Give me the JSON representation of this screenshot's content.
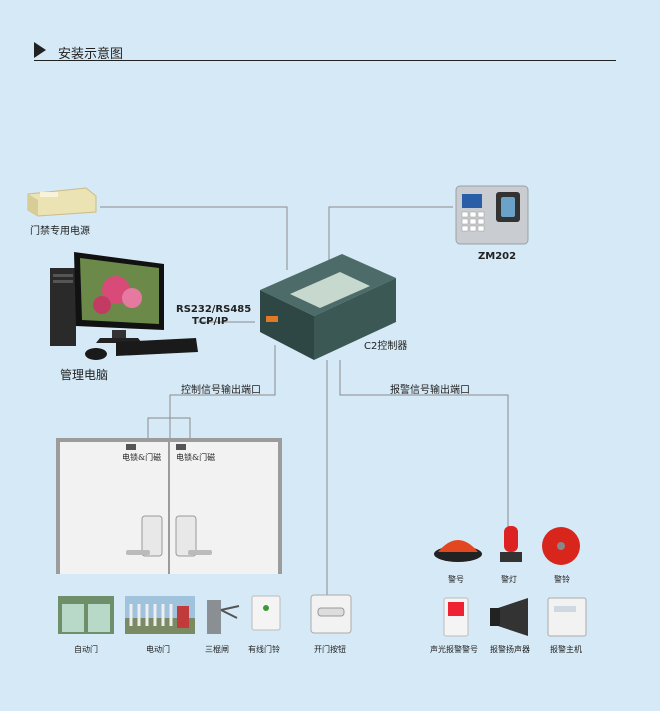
{
  "title": "安装示意图",
  "labels": {
    "power_supply": "门禁专用电源",
    "pc": "管理电脑",
    "rs": "RS232/RS485",
    "tcpip": "TCP/IP",
    "controller": "C2控制器",
    "zm202": "ZM202",
    "ctrl_port": "控制信号输出端口",
    "alarm_port": "报警信号输出端口",
    "lock_left": "电锁&门磁",
    "lock_right": "电锁&门磁"
  },
  "bottom_devices": [
    "自动门",
    "电动门",
    "三棍闸",
    "有线门铃",
    "开门按钮"
  ],
  "alarm_top": [
    "警号",
    "警灯",
    "警铃"
  ],
  "alarm_bottom": [
    "声光报警警号",
    "报警扬声器",
    "报警主机"
  ],
  "colors": {
    "background": "#d6e9f6",
    "controller": "#3f5d5a",
    "lines": "#8a8a8a"
  }
}
